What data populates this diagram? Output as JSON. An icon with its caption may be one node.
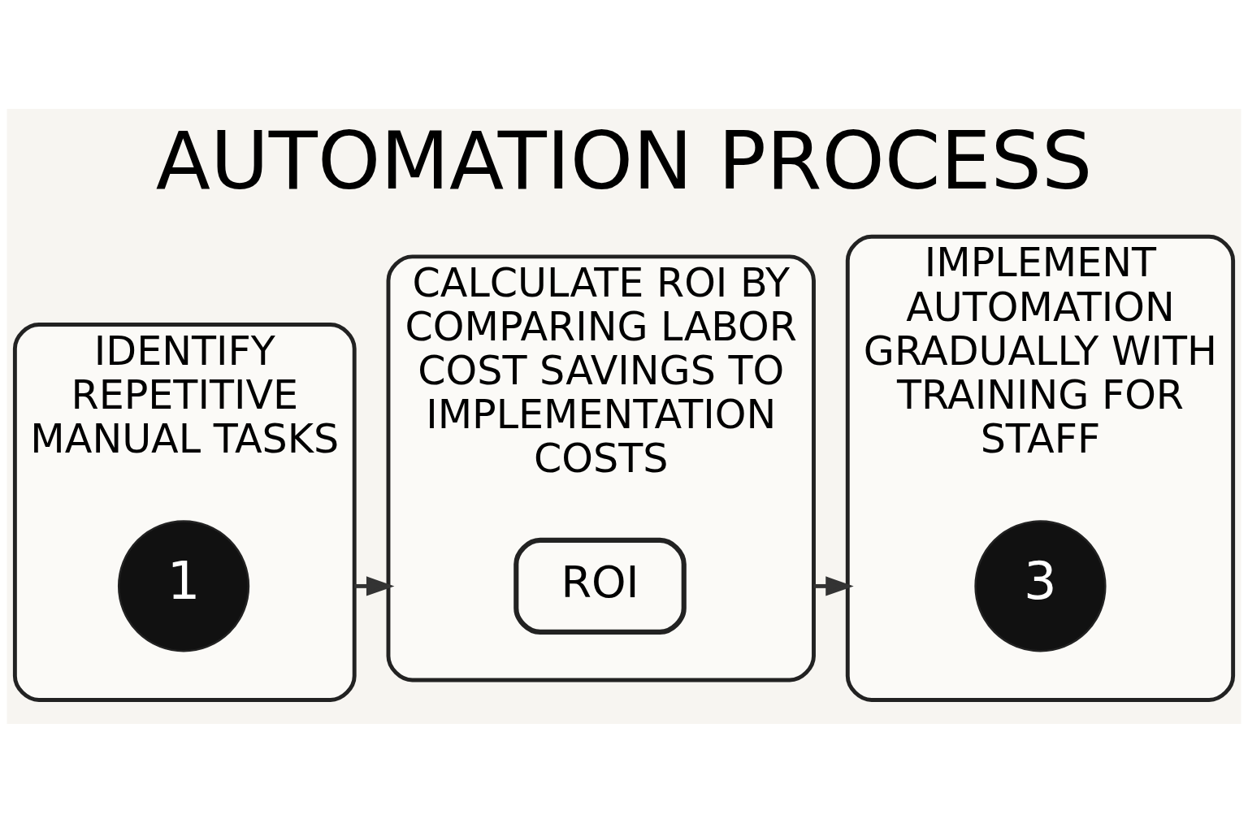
{
  "diagram": {
    "title": "AUTOMATION PROCESS",
    "nodes": [
      {
        "text": [
          "IDENTIFY REPETITIVE MANUAL TASKS"
        ]
      },
      {
        "text": [
          "1"
        ],
        "in": 0
      },
      {
        "text": [
          "CALCULATE ROI BY COMPARING LABOR COST SAVINGS TO IMPLEMENTATION COSTS"
        ]
      },
      {
        "text": [
          "ROI"
        ],
        "in": 2
      },
      {
        "text": [
          "IMPLEMENT AUTOMATION GRADUALLY WITH TRAINING FOR STAFF"
        ]
      },
      {
        "text": [
          "3"
        ],
        "in": 4
      }
    ],
    "edges": [
      {
        "from": 0,
        "to": 2,
        "arrow": "to"
      },
      {
        "from": 2,
        "to": 4,
        "arrow": "to"
      }
    ]
  }
}
